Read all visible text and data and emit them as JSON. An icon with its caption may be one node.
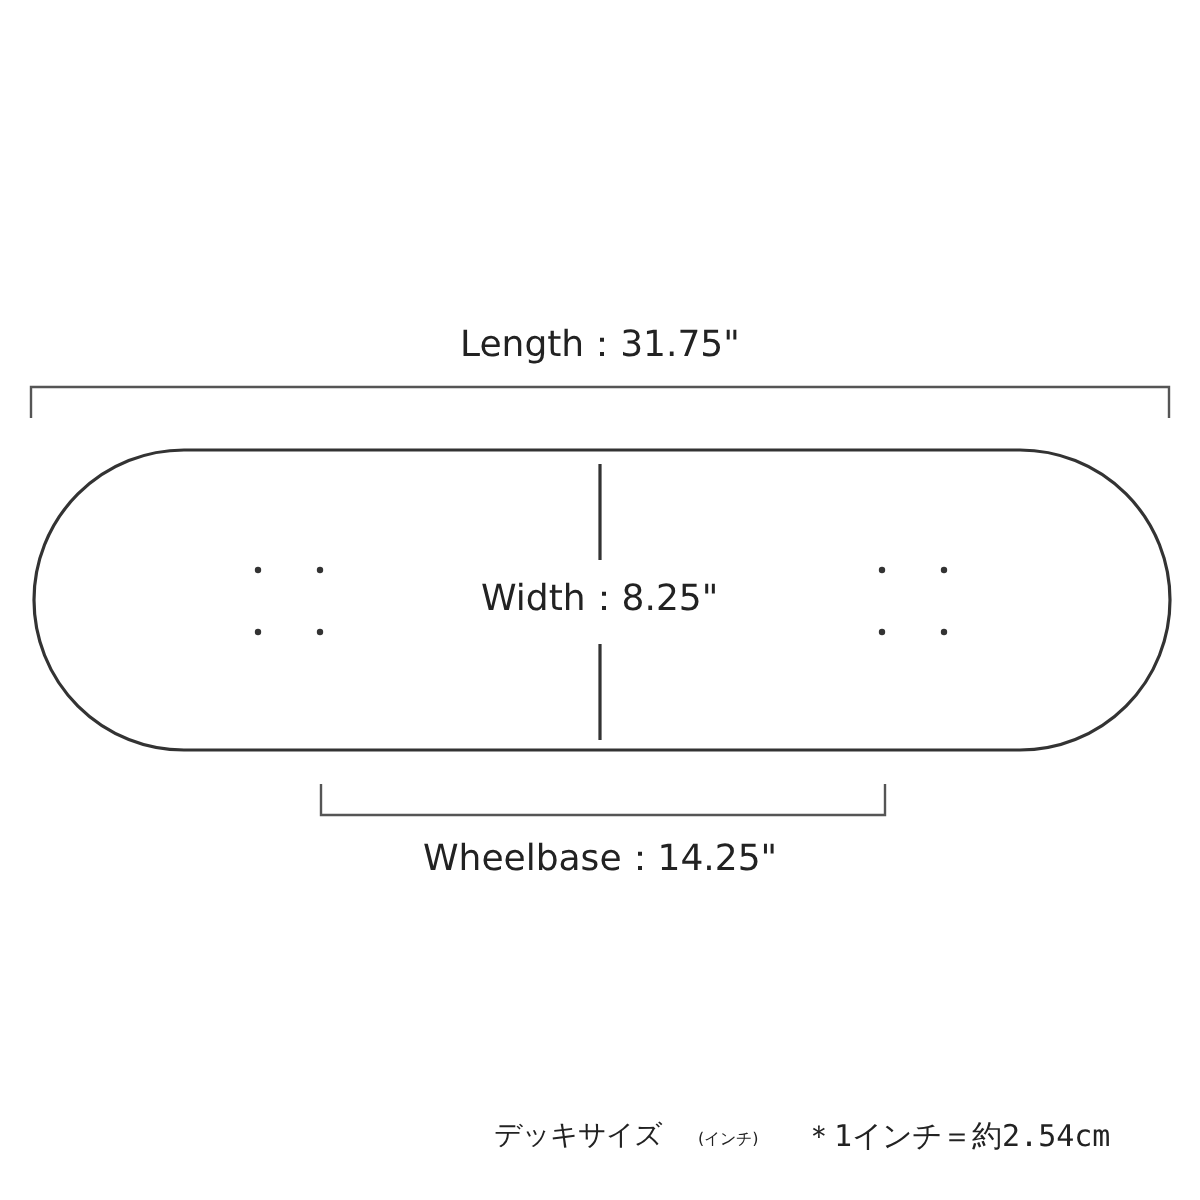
{
  "diagram": {
    "labels": [
      "Length：31.75\"",
      "Width：8.25\"",
      "Wheelbase：14.25\"",
      "デッキサイズ",
      "(インチ)",
      "＊1インチ＝約2.54cm"
    ]
  }
}
